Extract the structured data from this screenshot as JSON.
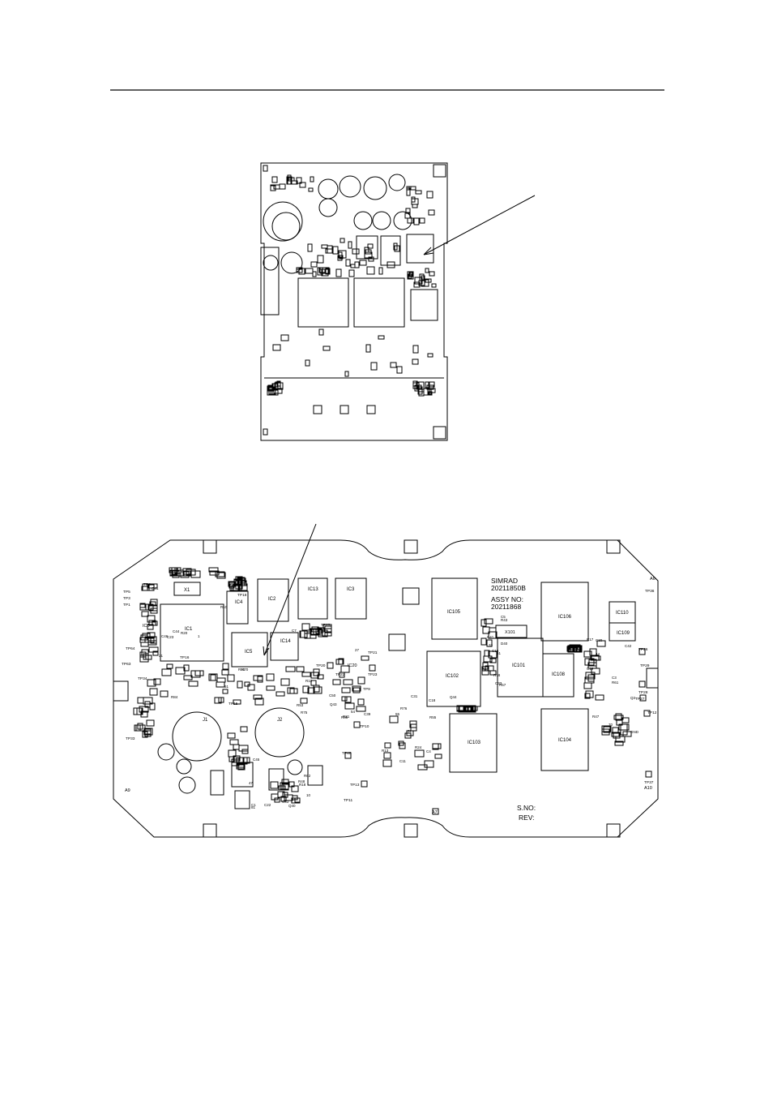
{
  "colors": {
    "ink": "#000000",
    "paper": "#ffffff",
    "fill_dark": "#222222"
  },
  "top_board": {
    "labels": []
  },
  "bottom_board": {
    "brand": "SIMRAD",
    "part_no": "20211850B",
    "assy_label": "ASSY NO:",
    "assy_no": "20211868",
    "serial_label": "S.NO:",
    "rev_label": "REV:",
    "ics": [
      {
        "id": "IC1",
        "label": "IC1"
      },
      {
        "id": "IC2",
        "label": "IC2"
      },
      {
        "id": "IC3",
        "label": "IC3"
      },
      {
        "id": "IC4",
        "label": "IC4"
      },
      {
        "id": "IC5",
        "label": "IC5"
      },
      {
        "id": "IC6",
        "label": "IC6"
      },
      {
        "id": "IC13",
        "label": "IC13"
      },
      {
        "id": "IC14",
        "label": "IC14"
      },
      {
        "id": "IC101",
        "label": "IC101"
      },
      {
        "id": "IC102",
        "label": "IC102"
      },
      {
        "id": "IC103",
        "label": "IC103"
      },
      {
        "id": "IC104",
        "label": "IC104"
      },
      {
        "id": "IC105",
        "label": "IC105"
      },
      {
        "id": "IC106",
        "label": "IC106"
      },
      {
        "id": "IC108",
        "label": "IC108"
      },
      {
        "id": "IC109",
        "label": "IC109"
      },
      {
        "id": "IC110",
        "label": "IC110"
      },
      {
        "id": "IC20",
        "label": "IC20"
      }
    ],
    "connectors": [
      {
        "id": "J1",
        "label": "J1"
      },
      {
        "id": "J2",
        "label": "J2"
      },
      {
        "id": "X1",
        "label": "X1"
      },
      {
        "id": "X101",
        "label": "X101"
      }
    ],
    "testpoints": [
      "TP1",
      "TP3",
      "TP4",
      "TP5",
      "TP9",
      "TP10",
      "TP11",
      "TP12",
      "TP13",
      "TP15",
      "TP16",
      "TP18",
      "TP20",
      "TP21",
      "TP22",
      "TP23",
      "TP25",
      "TP26",
      "TP27",
      "TP28",
      "TP29",
      "TP33",
      "TP34",
      "TP36",
      "TP37",
      "TP40",
      "TP63",
      "TP64"
    ],
    "corner_marks": [
      "A6",
      "A7",
      "A9",
      "A10"
    ],
    "small_labels": [
      "R84",
      "R85",
      "C11",
      "C33",
      "C30",
      "C45",
      "C46",
      "C39",
      "C31",
      "C41",
      "C42",
      "C43",
      "C44",
      "C50",
      "C18",
      "C16",
      "C19",
      "C22",
      "C23",
      "C7",
      "C4",
      "C5",
      "C3",
      "C1",
      "R10",
      "R12",
      "R13",
      "R14",
      "R17",
      "R18",
      "R20",
      "R21",
      "R24",
      "R43",
      "R47",
      "R48",
      "R51",
      "R53",
      "R55",
      "R57",
      "R61",
      "R62",
      "R70",
      "R75",
      "R76",
      "R78",
      "Q3",
      "Q40",
      "Q41",
      "Q43",
      "Q44",
      "D40",
      "GND",
      "10",
      "21",
      "27",
      "31",
      "33",
      "44",
      "47",
      "51",
      "54",
      "55",
      "61",
      "70",
      "81",
      "1"
    ]
  }
}
